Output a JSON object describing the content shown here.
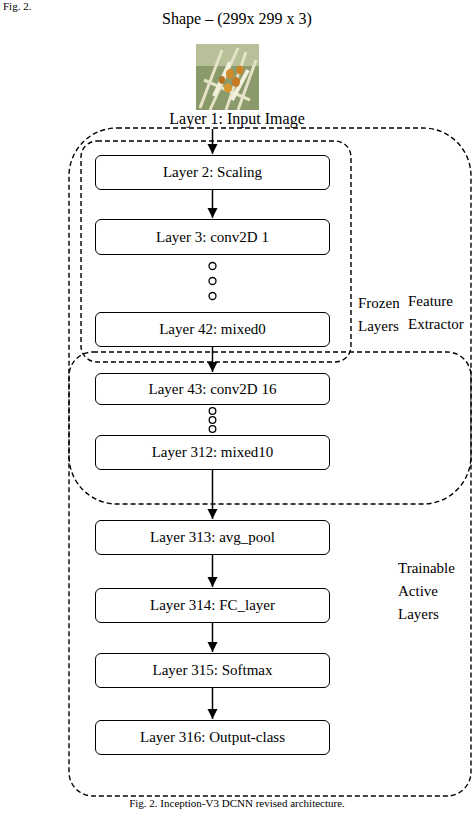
{
  "diagram": {
    "caption": "Fig. 2. Inception-V3 DCNN revised architecture.",
    "nodes": [
      {
        "text": [
          "Feature Extractor"
        ]
      },
      {
        "text": [
          "Frozen Layers"
        ],
        "in": 0
      },
      {
        "text": [
          "Layer 2: Scaling"
        ],
        "in": 1
      },
      {
        "text": [
          "Layer 3: conv2D 1"
        ],
        "in": 1
      },
      {
        "text": [
          "Layer 42: mixed0"
        ],
        "in": 1
      },
      {
        "text": [
          "Trainable Active Layers"
        ]
      },
      {
        "text": [
          "Layer 43: conv2D 16"
        ],
        "in": 5
      },
      {
        "text": [
          "Layer 312: mixed10"
        ],
        "in": 5
      },
      {
        "text": [
          "Layer 313: avg_pool"
        ],
        "in": 5
      },
      {
        "text": [
          "Layer 314: FC_layer"
        ],
        "in": 5
      },
      {
        "text": [
          "Layer 315: Softmax"
        ],
        "in": 5
      },
      {
        "text": [
          "Layer 316: Output-class"
        ],
        "in": 5
      }
    ],
    "edges": [
      {
        "from": 2,
        "to": 3,
        "arrow": "to"
      },
      {
        "from": 4,
        "to": 6,
        "arrow": "to"
      },
      {
        "from": 7,
        "to": 8,
        "arrow": "to"
      },
      {
        "from": 8,
        "to": 9,
        "arrow": "to"
      },
      {
        "from": 9,
        "to": 10,
        "arrow": "to"
      },
      {
        "from": 10,
        "to": 11,
        "arrow": "to"
      }
    ],
    "labels": [
      "Fig. 2.",
      "Shape – (299x 299 x 3)",
      "Layer 1: Input Image"
    ]
  }
}
